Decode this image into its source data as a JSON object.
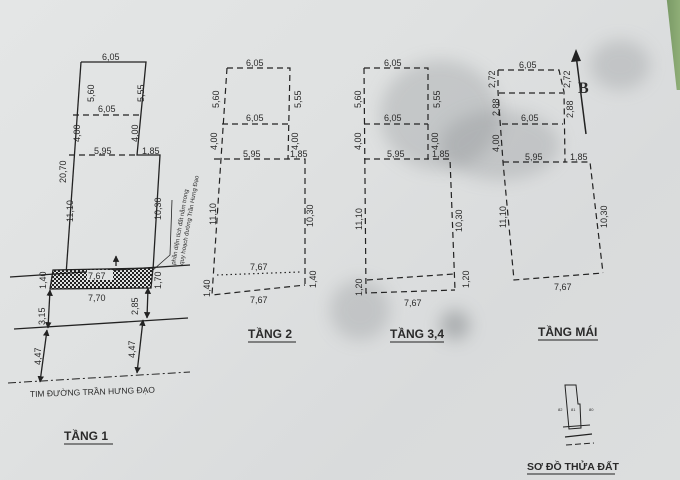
{
  "floors": [
    {
      "id": "tang1",
      "title": "TẦNG 1",
      "top_width": "6,05",
      "upper_left_depth": "5,60",
      "upper_right_depth": "5,55",
      "mid_width": "6,05",
      "mid_left_depth": "4,00",
      "mid_right_depth": "4,00",
      "main_width": "5,95",
      "offset": "1,85",
      "total_left_depth": "20,70",
      "left_depth": "11,10",
      "right_depth": "10,30",
      "hatched_top_width": "7,67",
      "hatched_bottom_width": "7,70",
      "hatched_left": "1,40",
      "hatched_right": "1,70",
      "setback_left": "3,15",
      "setback_right": "2,85",
      "road_left": "4,47",
      "road_right": "4,47",
      "road_label": "TIM ĐƯỜNG TRẦN HƯNG ĐẠO",
      "note_line1": "phần diện tích đất nằm trong",
      "note_line2": "quy hoạch đường Trần Hưng Đạo"
    },
    {
      "id": "tang2",
      "title": "TẦNG 2",
      "top_width": "6,05",
      "upper_left_depth": "5,60",
      "upper_right_depth": "5,55",
      "mid_width": "6,05",
      "mid_left_depth": "4,00",
      "mid_right_depth": "4,00",
      "main_width": "5,95",
      "offset": "1,85",
      "left_depth": "11,10",
      "right_depth": "10,30",
      "balcony_inner_width": "7,67",
      "bottom_width": "7,67",
      "balcony_left": "1,40",
      "balcony_right": "1,40"
    },
    {
      "id": "tang34",
      "title": "TẦNG 3,4",
      "top_width": "6,05",
      "upper_left_depth": "5,60",
      "upper_right_depth": "5,55",
      "mid_width": "6,05",
      "mid_left_depth": "4,00",
      "mid_right_depth": "4,00",
      "main_width": "5,95",
      "offset": "1,85",
      "left_depth": "11,10",
      "right_depth": "10,30",
      "bottom_width": "7,67",
      "balcony_left": "1,20",
      "balcony_right": "1,20"
    },
    {
      "id": "tangmai",
      "title": "TẦNG MÁI",
      "top_width": "6,05",
      "top_left_depth": "2,72",
      "top_right_depth": "2,72",
      "upper_left_depth": "2,88",
      "upper_right_depth": "2,88",
      "mid_width": "6,05",
      "mid_left_depth": "4,00",
      "main_width": "5,95",
      "offset": "1,85",
      "left_depth": "11,10",
      "right_depth": "10,30",
      "bottom_width": "7,67"
    }
  ],
  "north_arrow": {
    "label": "B"
  },
  "site_plan": {
    "title": "SƠ ĐỒ THỬA ĐẤT",
    "lots": [
      "82",
      "81",
      "80"
    ]
  }
}
